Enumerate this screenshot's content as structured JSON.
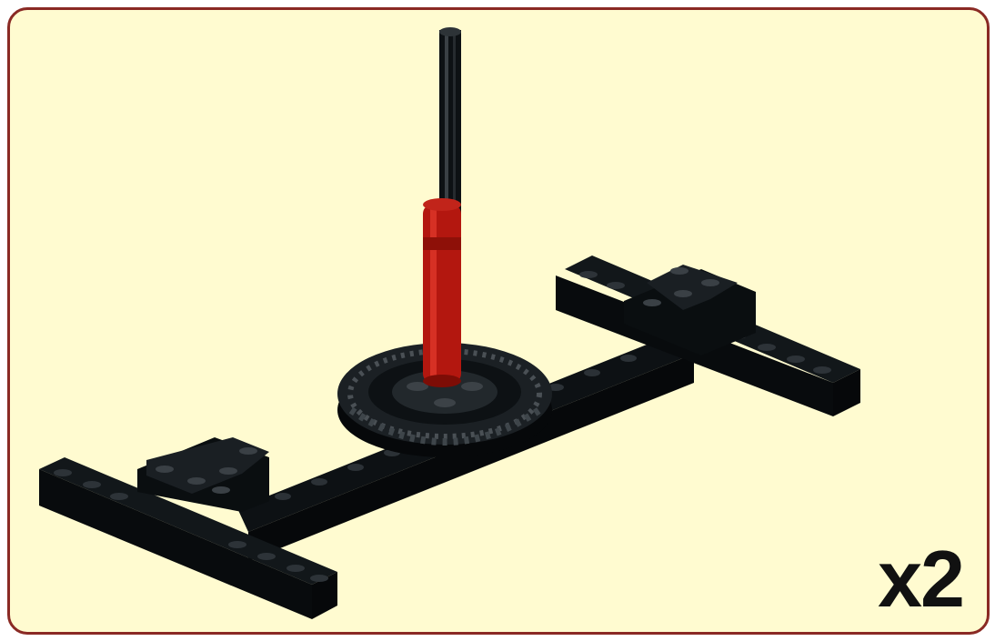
{
  "step": {
    "quantity_label": "x2"
  },
  "colors": {
    "background": "#fffbd0",
    "border": "#8a2a24",
    "beam": "#0d1114",
    "axle_red": "#b3170f",
    "text": "#111111"
  },
  "parts": [
    {
      "name": "liftarm-beam",
      "color": "black"
    },
    {
      "name": "l-shaped-liftarm",
      "color": "black"
    },
    {
      "name": "gear-40-tooth",
      "color": "black"
    },
    {
      "name": "axle",
      "color": "black"
    },
    {
      "name": "axle-connector",
      "color": "red"
    }
  ]
}
